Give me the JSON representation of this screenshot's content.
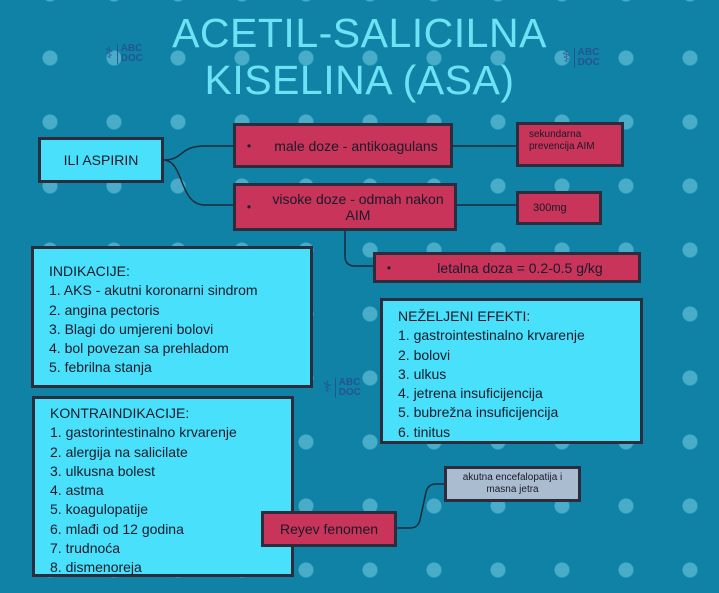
{
  "title": {
    "line1": "ACETIL-SALICILNA",
    "line2": "KISELINA (ASA)"
  },
  "watermark": {
    "line1": "ABC",
    "line2": "DOC"
  },
  "root": {
    "label": "ILI ASPIRIN"
  },
  "branches": {
    "low_dose": {
      "bullet": "•",
      "label": "male doze - antikoagulans",
      "note": "sekundarna prevencija AIM"
    },
    "high_dose": {
      "bullet": "•",
      "label": "visoke doze - odmah nakon AIM",
      "note": "300mg"
    },
    "lethal": {
      "bullet": "•",
      "label": "letalna doza = 0.2-0.5 g/kg"
    }
  },
  "indications": {
    "header": "INDIKACIJE:",
    "items": [
      "1. AKS - akutni koronarni sindrom",
      "2. angina pectoris",
      "3. Blagi do umjereni bolovi",
      "4. bol povezan sa prehladom",
      "5. febrilna stanja"
    ]
  },
  "side_effects": {
    "header": "NEŽELJENI EFEKTI:",
    "items": [
      "1. gastrointestinalno krvarenje",
      "2. bolovi",
      "3. ulkus",
      "4. jetrena insuficijencija",
      "5. bubrežna insuficijencija",
      "6. tinitus"
    ]
  },
  "contraindications": {
    "header": "KONTRAINDIKACIJE:",
    "items": [
      "1. gastorintestinalno krvarenje",
      "2. alergija na salicilate",
      "3. ulkusna bolest",
      "4. astma",
      "5. koagulopatije",
      "6. mlađi od 12 godina",
      "7. trudnoća",
      "8. dismenoreja"
    ]
  },
  "reye": {
    "label": "Reyev fenomen",
    "note": "akutna encefalopatija i masna jetra"
  },
  "colors": {
    "background": "#0f82a6",
    "title": "#6be3f4",
    "cyan_box": "#49e0fb",
    "red_box": "#c8345a",
    "gray_box": "#aabdd0",
    "border": "#2c2c3c"
  }
}
